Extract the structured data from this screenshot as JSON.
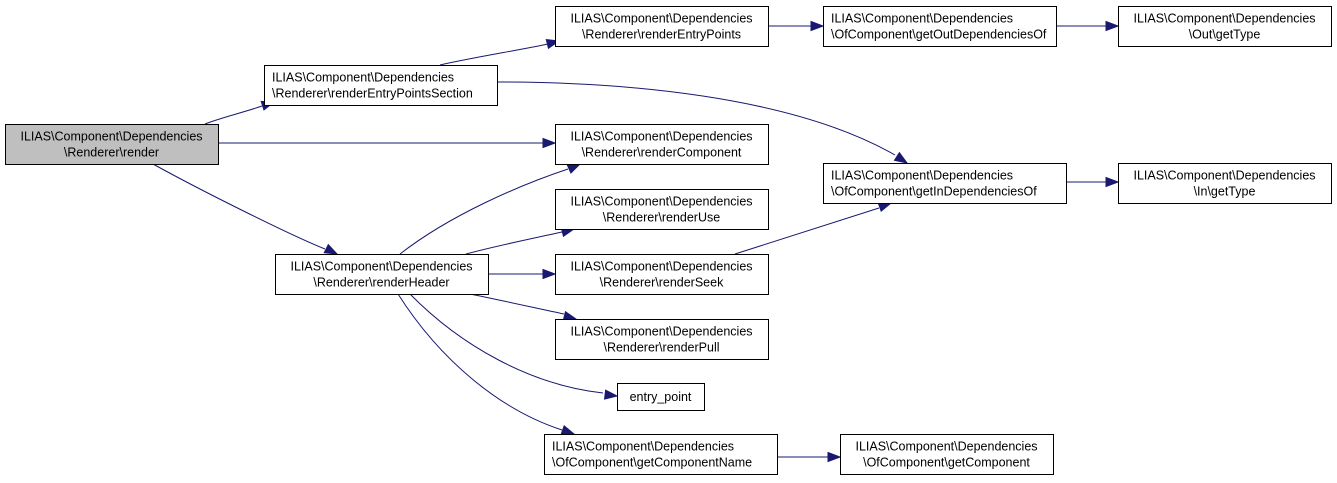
{
  "diagram": {
    "type": "call-graph",
    "colors": {
      "edge": "#191970",
      "root_fill": "#bfbfbf",
      "node_fill": "#ffffff",
      "border": "#000000"
    },
    "nodes": [
      {
        "id": "render",
        "lines": [
          "ILIAS\\Component\\Dependencies",
          "\\Renderer\\render"
        ],
        "align": "center",
        "root": true
      },
      {
        "id": "renderEntryPointsSection",
        "lines": [
          "ILIAS\\Component\\Dependencies",
          "\\Renderer\\renderEntryPointsSection"
        ],
        "align": "left"
      },
      {
        "id": "renderHeader",
        "lines": [
          "ILIAS\\Component\\Dependencies",
          "\\Renderer\\renderHeader"
        ],
        "align": "center"
      },
      {
        "id": "renderEntryPoints",
        "lines": [
          "ILIAS\\Component\\Dependencies",
          "\\Renderer\\renderEntryPoints"
        ],
        "align": "center"
      },
      {
        "id": "renderComponent",
        "lines": [
          "ILIAS\\Component\\Dependencies",
          "\\Renderer\\renderComponent"
        ],
        "align": "center"
      },
      {
        "id": "renderUse",
        "lines": [
          "ILIAS\\Component\\Dependencies",
          "\\Renderer\\renderUse"
        ],
        "align": "center"
      },
      {
        "id": "renderSeek",
        "lines": [
          "ILIAS\\Component\\Dependencies",
          "\\Renderer\\renderSeek"
        ],
        "align": "center"
      },
      {
        "id": "renderPull",
        "lines": [
          "ILIAS\\Component\\Dependencies",
          "\\Renderer\\renderPull"
        ],
        "align": "center"
      },
      {
        "id": "entry_point",
        "lines": [
          "entry_point"
        ],
        "align": "center"
      },
      {
        "id": "getComponentName",
        "lines": [
          "ILIAS\\Component\\Dependencies",
          "\\OfComponent\\getComponentName"
        ],
        "align": "left"
      },
      {
        "id": "getOutDependenciesOf",
        "lines": [
          "ILIAS\\Component\\Dependencies",
          "\\OfComponent\\getOutDependenciesOf"
        ],
        "align": "left"
      },
      {
        "id": "getInDependenciesOf",
        "lines": [
          "ILIAS\\Component\\Dependencies",
          "\\OfComponent\\getInDependenciesOf"
        ],
        "align": "left"
      },
      {
        "id": "getComponent",
        "lines": [
          "ILIAS\\Component\\Dependencies",
          "\\OfComponent\\getComponent"
        ],
        "align": "center"
      },
      {
        "id": "outGetType",
        "lines": [
          "ILIAS\\Component\\Dependencies",
          "\\Out\\getType"
        ],
        "align": "center"
      },
      {
        "id": "inGetType",
        "lines": [
          "ILIAS\\Component\\Dependencies",
          "\\In\\getType"
        ],
        "align": "center"
      }
    ],
    "edges": [
      {
        "from": "render",
        "to": "renderEntryPointsSection"
      },
      {
        "from": "render",
        "to": "renderComponent"
      },
      {
        "from": "render",
        "to": "renderHeader"
      },
      {
        "from": "renderEntryPointsSection",
        "to": "renderEntryPoints"
      },
      {
        "from": "renderEntryPointsSection",
        "to": "getInDependenciesOf"
      },
      {
        "from": "renderEntryPoints",
        "to": "getOutDependenciesOf"
      },
      {
        "from": "getOutDependenciesOf",
        "to": "outGetType"
      },
      {
        "from": "getInDependenciesOf",
        "to": "inGetType"
      },
      {
        "from": "renderHeader",
        "to": "renderComponent"
      },
      {
        "from": "renderHeader",
        "to": "renderUse"
      },
      {
        "from": "renderHeader",
        "to": "renderSeek"
      },
      {
        "from": "renderHeader",
        "to": "renderPull"
      },
      {
        "from": "renderHeader",
        "to": "entry_point"
      },
      {
        "from": "renderHeader",
        "to": "getComponentName"
      },
      {
        "from": "renderSeek",
        "to": "getInDependenciesOf"
      },
      {
        "from": "getComponentName",
        "to": "getComponent"
      }
    ]
  }
}
